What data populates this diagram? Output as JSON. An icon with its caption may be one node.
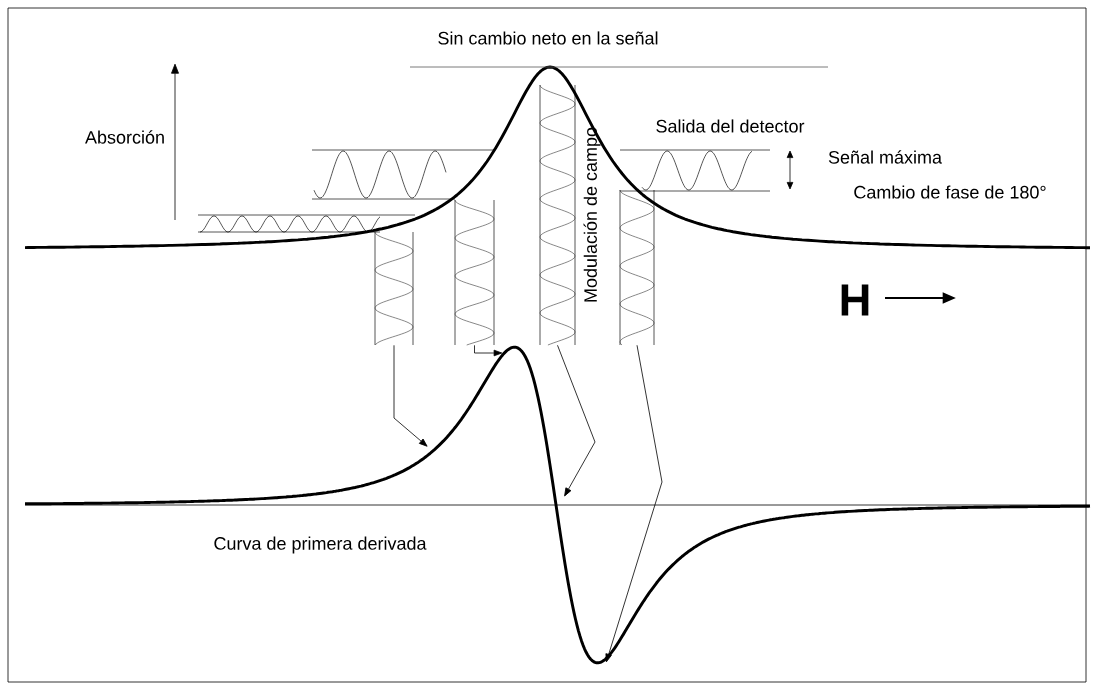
{
  "diagram": {
    "title": "Sin cambio neto en la señal",
    "nodes": [
      {
        "text": [],
        "shape": "box"
      },
      {
        "text": [],
        "shape": "box"
      },
      {
        "text": [],
        "shape": "box"
      },
      {
        "text": [],
        "shape": "box"
      }
    ],
    "edges": [
      {
        "from": 0,
        "to": null,
        "arrow": "to"
      },
      {
        "from": 1,
        "to": null,
        "arrow": "to"
      },
      {
        "from": 2,
        "to": null,
        "arrow": "to"
      },
      {
        "from": 3,
        "to": null,
        "arrow": "to"
      }
    ],
    "labels": [
      "Absorción",
      "Salida del detector",
      "Señal máxima",
      "Cambio de fase de 180°",
      "Modulación de campo",
      "H",
      "Curva de primera derivada"
    ]
  }
}
